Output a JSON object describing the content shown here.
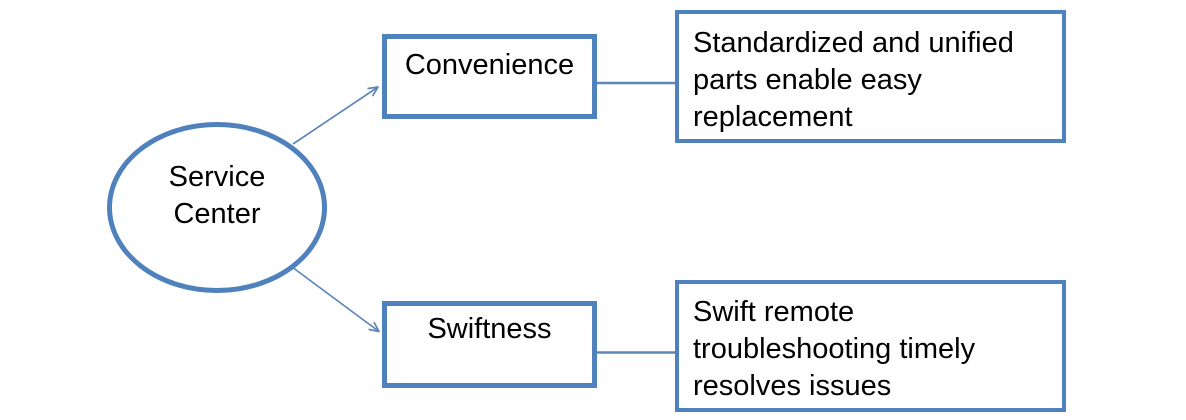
{
  "colors": {
    "shape_border": "#4f81bd",
    "connector": "#5e86b8",
    "text": "#000000",
    "background": "#ffffff"
  },
  "root": {
    "lines": [
      "Service",
      "Center"
    ]
  },
  "branches": [
    {
      "label": "Convenience",
      "detail_lines": [
        "Standardized and unified",
        "parts enable easy",
        "replacement"
      ]
    },
    {
      "label": "Swiftness",
      "detail_lines": [
        "Swift remote",
        "troubleshooting timely",
        "resolves issues"
      ]
    }
  ]
}
